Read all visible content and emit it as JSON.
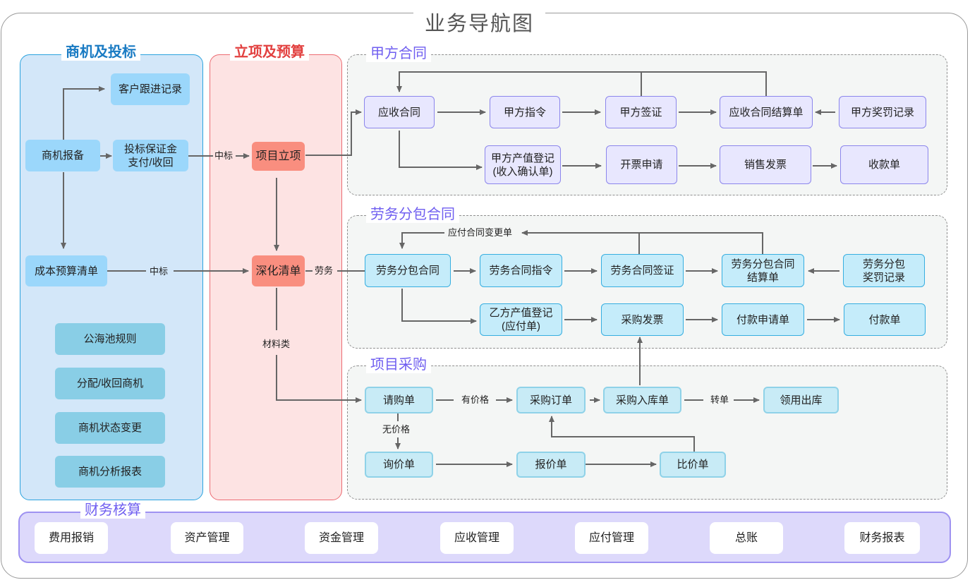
{
  "title": "业务导航图",
  "colors": {
    "opportunity_accent": "#1a7bc3",
    "project_accent": "#e2403f",
    "contract_accent": "#6f5ef0",
    "connector": "#666666"
  },
  "panels": {
    "opportunity": {
      "title": "商机及投标",
      "nodes": {
        "customer_follow": "客户跟进记录",
        "opp_report": "商机报备",
        "bid_deposit": "投标保证金\n支付/收回",
        "cost_budget": "成本预算清单",
        "public_pool": "公海池规则",
        "assign_recall": "分配/收回商机",
        "status_change": "商机状态变更",
        "analysis_report": "商机分析报表"
      }
    },
    "project": {
      "title": "立项及预算",
      "nodes": {
        "project_setup": "项目立项",
        "detail_list": "深化清单"
      }
    },
    "party_a": {
      "title": "甲方合同",
      "nodes": {
        "receivable_contract": "应收合同",
        "party_a_instruction": "甲方指令",
        "party_a_visa": "甲方签证",
        "receivable_settlement": "应收合同结算单",
        "party_a_reward": "甲方奖罚记录",
        "party_a_output": "甲方产值登记\n(收入确认单)",
        "invoice_request": "开票申请",
        "sales_invoice": "销售发票",
        "receipt": "收款单"
      }
    },
    "labor": {
      "title": "劳务分包合同",
      "nodes": {
        "labor_contract": "劳务分包合同",
        "labor_instruction": "劳务合同指令",
        "labor_visa": "劳务合同签证",
        "labor_settlement": "劳务分包合同\n结算单",
        "labor_reward": "劳务分包\n奖罚记录",
        "party_b_output": "乙方产值登记\n(应付单)",
        "purchase_invoice": "采购发票",
        "payment_request": "付款申请单",
        "payment": "付款单"
      }
    },
    "purchase": {
      "title": "项目采购",
      "nodes": {
        "requisition": "请购单",
        "purchase_order": "采购订单",
        "purchase_inbound": "采购入库单",
        "material_out": "领用出库",
        "inquiry": "询价单",
        "quotation": "报价单",
        "price_compare": "比价单"
      }
    },
    "finance": {
      "title": "财务核算",
      "items": [
        "费用报销",
        "资产管理",
        "资金管理",
        "应收管理",
        "应付管理",
        "总账",
        "财务报表"
      ]
    }
  },
  "edge_labels": {
    "won_bid_1": "中标",
    "won_bid_2": "中标",
    "labor": "劳务",
    "materials": "材料类",
    "payable_change": "应付合同变更单",
    "has_price": "有价格",
    "no_price": "无价格",
    "transfer": "转单"
  }
}
